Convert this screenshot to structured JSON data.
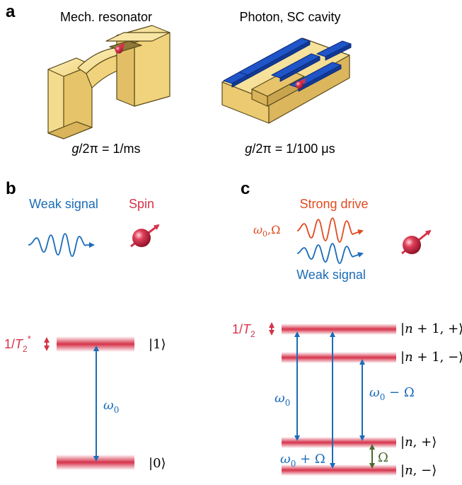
{
  "panels": {
    "a": {
      "letter": "a",
      "mech_title": "Mech. resonator",
      "cavity_title": "Photon, SC cavity",
      "mech_coupling_g": "g",
      "mech_coupling_rest": "/2π = 1/ms",
      "cavity_coupling_g": "g",
      "cavity_coupling_rest": "/2π = 1/100 μs"
    },
    "b": {
      "letter": "b",
      "weak_signal": "Weak signal",
      "spin": "Spin",
      "linewidth_prefix": "1/",
      "linewidth_T": "T",
      "linewidth_sub": "2",
      "linewidth_star": "*",
      "state_1": "|1⟩",
      "state_0": "|0⟩",
      "omega": "ω",
      "omega_sub": "0"
    },
    "c": {
      "letter": "c",
      "strong_drive": "Strong drive",
      "drive_omega": "ω",
      "drive_sub": "0",
      "drive_rest": ",Ω",
      "weak_signal": "Weak signal",
      "linewidth_prefix": "1/",
      "linewidth_T": "T",
      "linewidth_sub": "2",
      "state_n1_plus_pre": "|",
      "state_n1_plus_n": "n",
      "state_n1_plus_rest": " + 1, +⟩",
      "state_n1_minus_pre": "|",
      "state_n1_minus_n": "n",
      "state_n1_minus_rest": " + 1, −⟩",
      "state_n_plus_pre": "|",
      "state_n_plus_n": "n",
      "state_n_plus_rest": ", +⟩",
      "state_n_minus_pre": "|",
      "state_n_minus_n": "n",
      "state_n_minus_rest": ", −⟩",
      "omega": "ω",
      "omega_sub": "0",
      "omega_minus": " − Ω",
      "omega_plus": " + Ω",
      "big_omega": "Ω"
    }
  },
  "colors": {
    "blue": "#1b6cb8",
    "red": "#d6324a",
    "orange": "#e14a20",
    "olive": "#4a6a2c",
    "gold": "#f3dc8e",
    "cavity_blue": "#1f55c8"
  }
}
